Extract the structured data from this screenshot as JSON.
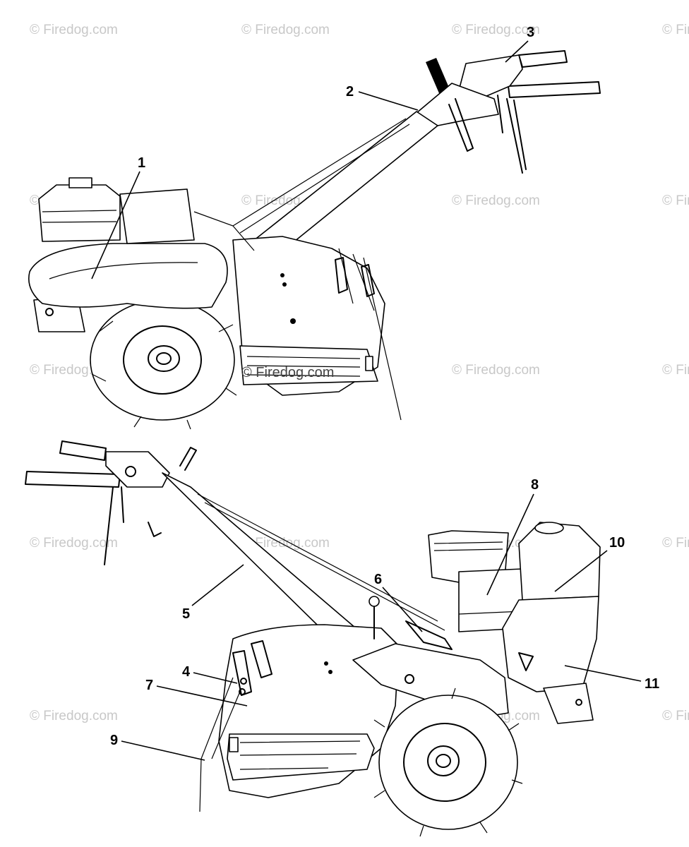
{
  "watermark": {
    "text": "© Firedog.com"
  },
  "callouts": {
    "c1": "1",
    "c2": "2",
    "c3": "3",
    "c4": "4",
    "c5": "5",
    "c6": "6",
    "c7": "7",
    "c8": "8",
    "c9": "9",
    "c10": "10",
    "c11": "11"
  }
}
